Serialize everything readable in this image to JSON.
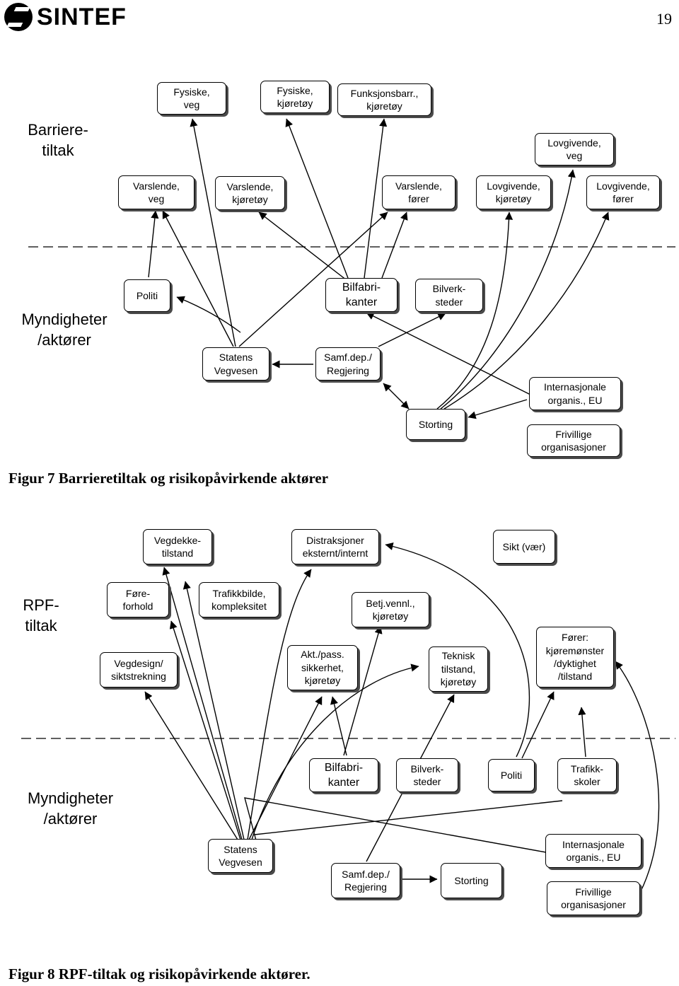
{
  "header": {
    "logo_text": "SINTEF",
    "page_number": "19"
  },
  "figure7": {
    "caption": "Figur 7 Barrieretiltak og risikopåvirkende aktører",
    "zone_top_label": "Barriere-\ntiltak",
    "zone_bottom_label": "Myndigheter\n/aktører",
    "nodes": {
      "fysiske_veg": "Fysiske,\nveg",
      "fysiske_kjoretoy": "Fysiske,\nkjøretøy",
      "funksjonsbarr": "Funksjonsbarr.,\nkjøretøy",
      "lovgivende_veg": "Lovgivende,\nveg",
      "varslende_veg": "Varslende,\nveg",
      "varslende_kjoretoy": "Varslende,\nkjøretøy",
      "varslende_forer": "Varslende,\nfører",
      "lovgivende_kjoretoy": "Lovgivende,\nkjøretøy",
      "lovgivende_forer": "Lovgivende,\nfører",
      "politi": "Politi",
      "bilfabrikanter": "Bilfabri-\nkanter",
      "bilverksteder": "Bilverk-\nsteder",
      "statens_vegvesen": "Statens\nVegvesen",
      "samf_dep": "Samf.dep./\nRegjering",
      "internasjonale": "Internasjonale\norganis., EU",
      "storting": "Storting",
      "frivillige": "Frivillige\norganisasjoner"
    }
  },
  "figure8": {
    "caption": "Figur 8 RPF-tiltak og risikopåvirkende aktører.",
    "zone_top_label": "RPF-\ntiltak",
    "zone_bottom_label": "Myndigheter\n/aktører",
    "nodes": {
      "vegdekke": "Vegdekke-\ntilstand",
      "distraksjoner": "Distraksjoner\neksternt/internt",
      "sikt": "Sikt (vær)",
      "foreforhold": "Føre-\nforhold",
      "trafikkbilde": "Trafikkbilde,\nkompleksitet",
      "betj_venn": "Betj.vennl.,\nkjøretøy",
      "forer": "Fører:\nkjøremønster\n/dyktighet\n/tilstand",
      "vegdesign": "Vegdesign/\nsiktstrekning",
      "akt_pass": "Akt./pass.\nsikkerhet,\nkjøretøy",
      "teknisk": "Teknisk\ntilstand,\nkjøretøy",
      "bilfabrikanter": "Bilfabri-\nkanter",
      "bilverksteder": "Bilverk-\nsteder",
      "politi": "Politi",
      "trafikkskoler": "Trafikk-\nskoler",
      "statens_vegvesen": "Statens\nVegvesen",
      "internasjonale": "Internasjonale\norganis., EU",
      "samf_dep": "Samf.dep./\nRegjering",
      "storting": "Storting",
      "frivillige": "Frivillige\norganisasjoner"
    }
  }
}
